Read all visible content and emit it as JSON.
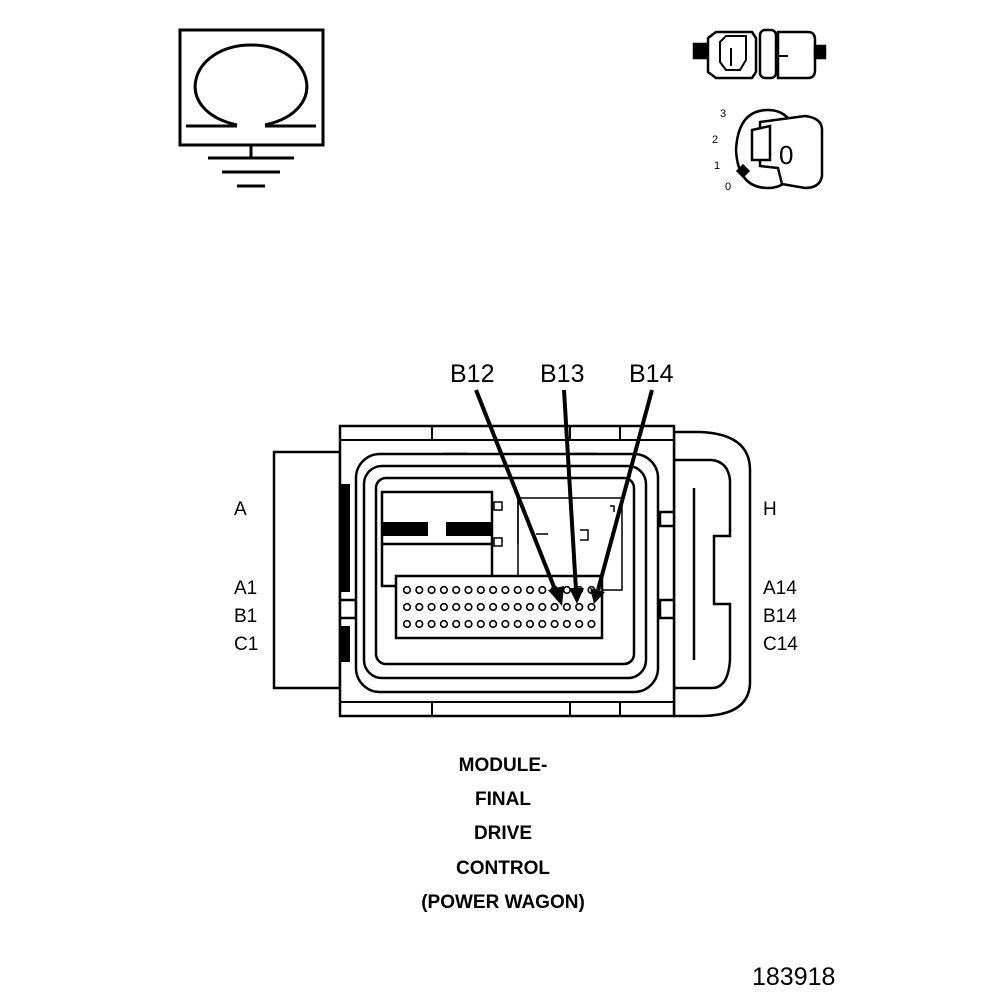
{
  "ohmmeter_symbol": {
    "icon": "ohm-ground-icon",
    "label": "Ω"
  },
  "ignition_key": {
    "positions": [
      "3",
      "2",
      "1",
      "0"
    ],
    "key_label": "0"
  },
  "callouts": [
    "B12",
    "B13",
    "B14"
  ],
  "connector": {
    "left_labels": {
      "top": "A",
      "rows": [
        "A1",
        "B1",
        "C1"
      ]
    },
    "right_labels": {
      "top": "H",
      "rows": [
        "A14",
        "B14",
        "C14"
      ]
    },
    "pin_rows": 3,
    "pins_per_row": [
      16,
      16,
      16
    ]
  },
  "caption": [
    "MODULE-",
    "FINAL",
    "DRIVE",
    "CONTROL",
    "(POWER WAGON)"
  ],
  "figure_number": "183918"
}
